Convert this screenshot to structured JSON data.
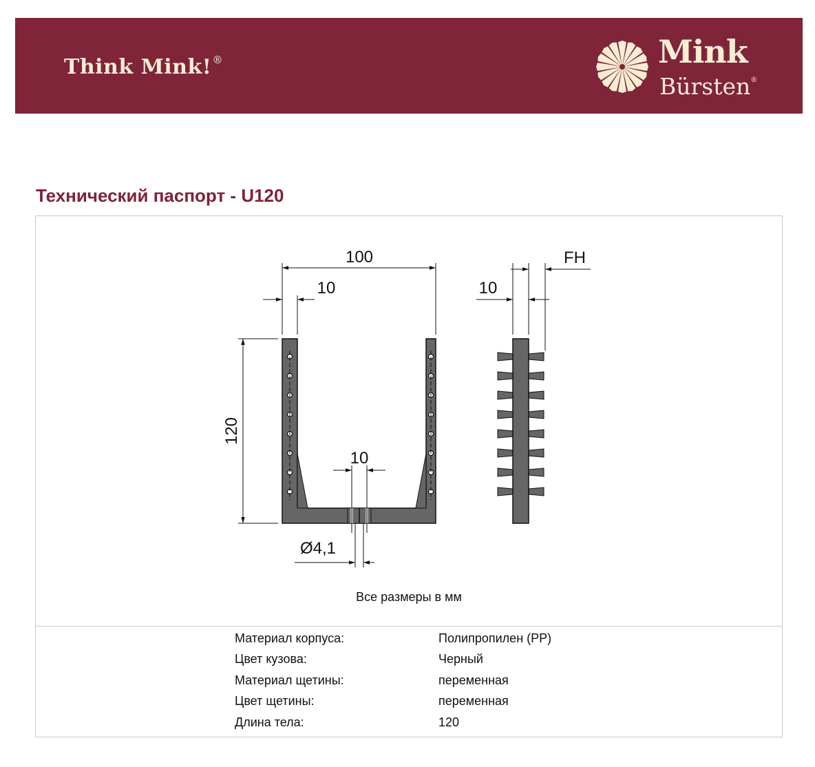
{
  "header": {
    "slogan": "Think Mink!",
    "slogan_mark": "®",
    "logo_line1": "Mink",
    "logo_line2": "Bürsten",
    "logo_mark": "®",
    "brand_color": "#80243a",
    "text_color": "#f6edd3"
  },
  "title": "Технический паспорт - U120",
  "drawing": {
    "dims": {
      "width": "100",
      "wall": "10",
      "height": "120",
      "slot": "10",
      "hole": "Ø4,1",
      "side_wall": "10",
      "fh": "FH"
    },
    "caption": "Все размеры в мм"
  },
  "specs": [
    {
      "label": "Материал корпуса:",
      "value": "Полипропилен (PP)"
    },
    {
      "label": "Цвет кузова:",
      "value": "Черный"
    },
    {
      "label": "Материал щетины:",
      "value": "переменная"
    },
    {
      "label": "Цвет щетины:",
      "value": "переменная"
    },
    {
      "label": "Длина тела:",
      "value": "120"
    }
  ]
}
